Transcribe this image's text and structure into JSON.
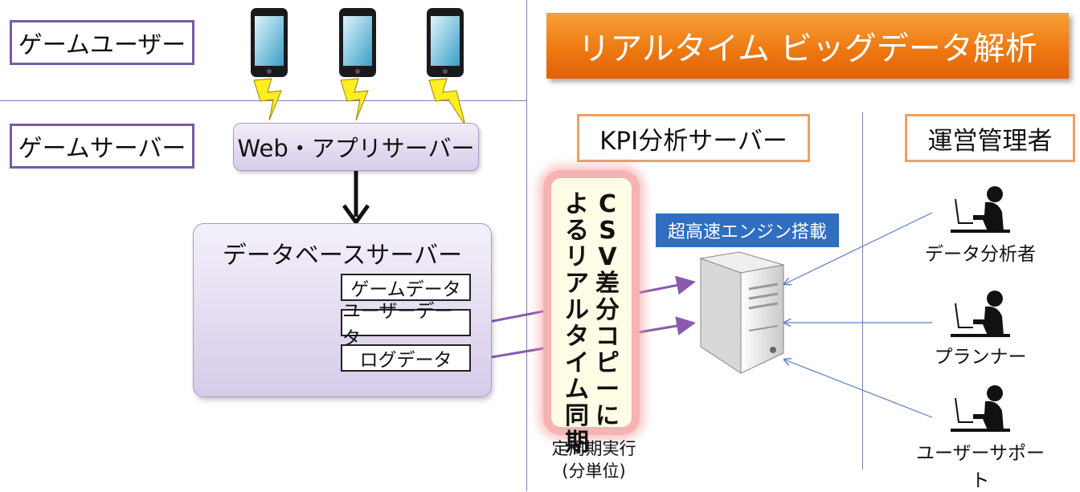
{
  "left_labels": {
    "game_user": "ゲームユーザー",
    "game_server": "ゲームサーバー"
  },
  "web_server": "Web・アプリサーバー",
  "database": {
    "title": "データベースサーバー",
    "items": [
      "ゲームデータ",
      "ユーザーデータ",
      "ログデータ"
    ]
  },
  "banner": "リアルタイム ビッグデータ解析",
  "kpi_server": "KPI分析サーバー",
  "operators": "運営管理者",
  "sync_text": {
    "col1": "CSV差分コピーに",
    "col2": "よるリアルタイム同期"
  },
  "periodic": {
    "line1": "定周期実行",
    "line2": "(分単位)"
  },
  "engine_label": "超高速エンジン搭載",
  "roles": [
    "データ分析者",
    "プランナー",
    "ユーザーサポート"
  ],
  "colors": {
    "banner": "#ee7a12",
    "label_border": "#7a5aa0",
    "orange_border": "#f0a060",
    "arrow_purple": "#8a5ab0",
    "engine_blue": "#2f6ec0"
  }
}
